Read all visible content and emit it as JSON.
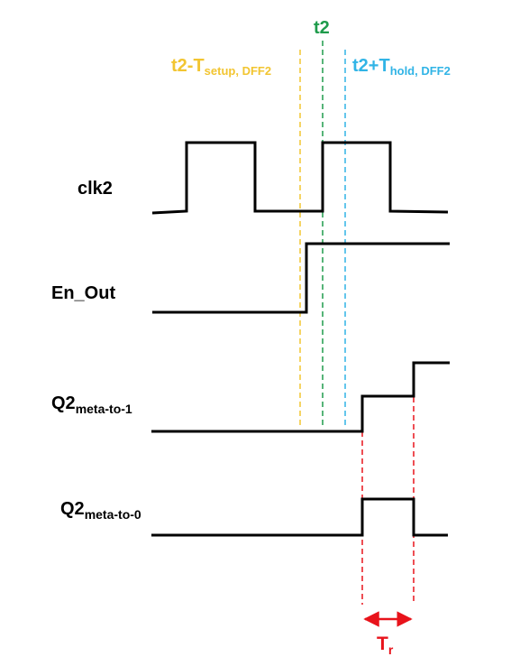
{
  "colors": {
    "background": "#ffffff",
    "signal": "#000000",
    "setup": "#f2c531",
    "t2": "#1e9b4b",
    "hold": "#31b4e6",
    "tr": "#e8131b"
  },
  "markers": {
    "setup": {
      "prefix": "t2-T",
      "sub": "setup, DFF2"
    },
    "t2": {
      "text": "t2"
    },
    "hold": {
      "prefix": "t2+T",
      "sub": "hold, DFF2"
    },
    "tr": {
      "main": "T",
      "sub": "r"
    }
  },
  "signals": {
    "clk2": {
      "label": "clk2"
    },
    "en_out": {
      "label": "En_Out"
    },
    "q2_to_1": {
      "main": "Q2",
      "sub": "meta-to-1"
    },
    "q2_to_0": {
      "main": "Q2",
      "sub": "meta-to-0"
    }
  }
}
